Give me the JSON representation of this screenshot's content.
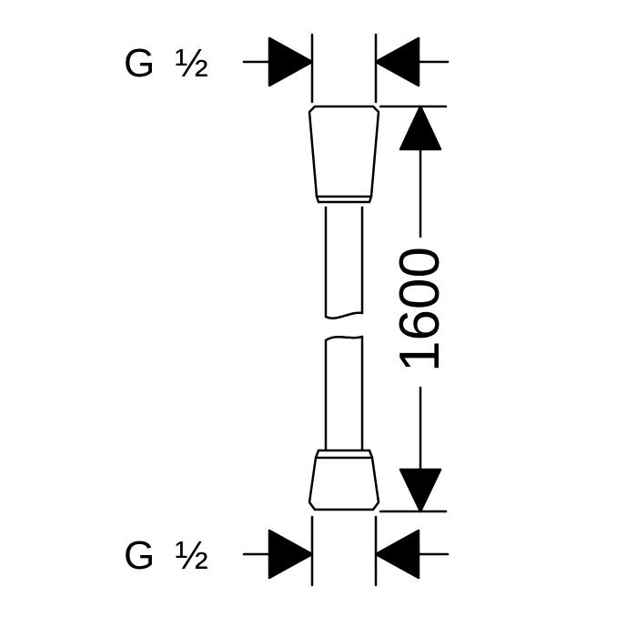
{
  "drawing": {
    "thread_top": {
      "letter": "G",
      "size": "½"
    },
    "thread_bottom": {
      "letter": "G",
      "size": "½"
    },
    "length": "1600"
  },
  "colors": {
    "line": "#000000",
    "background": "#ffffff"
  }
}
